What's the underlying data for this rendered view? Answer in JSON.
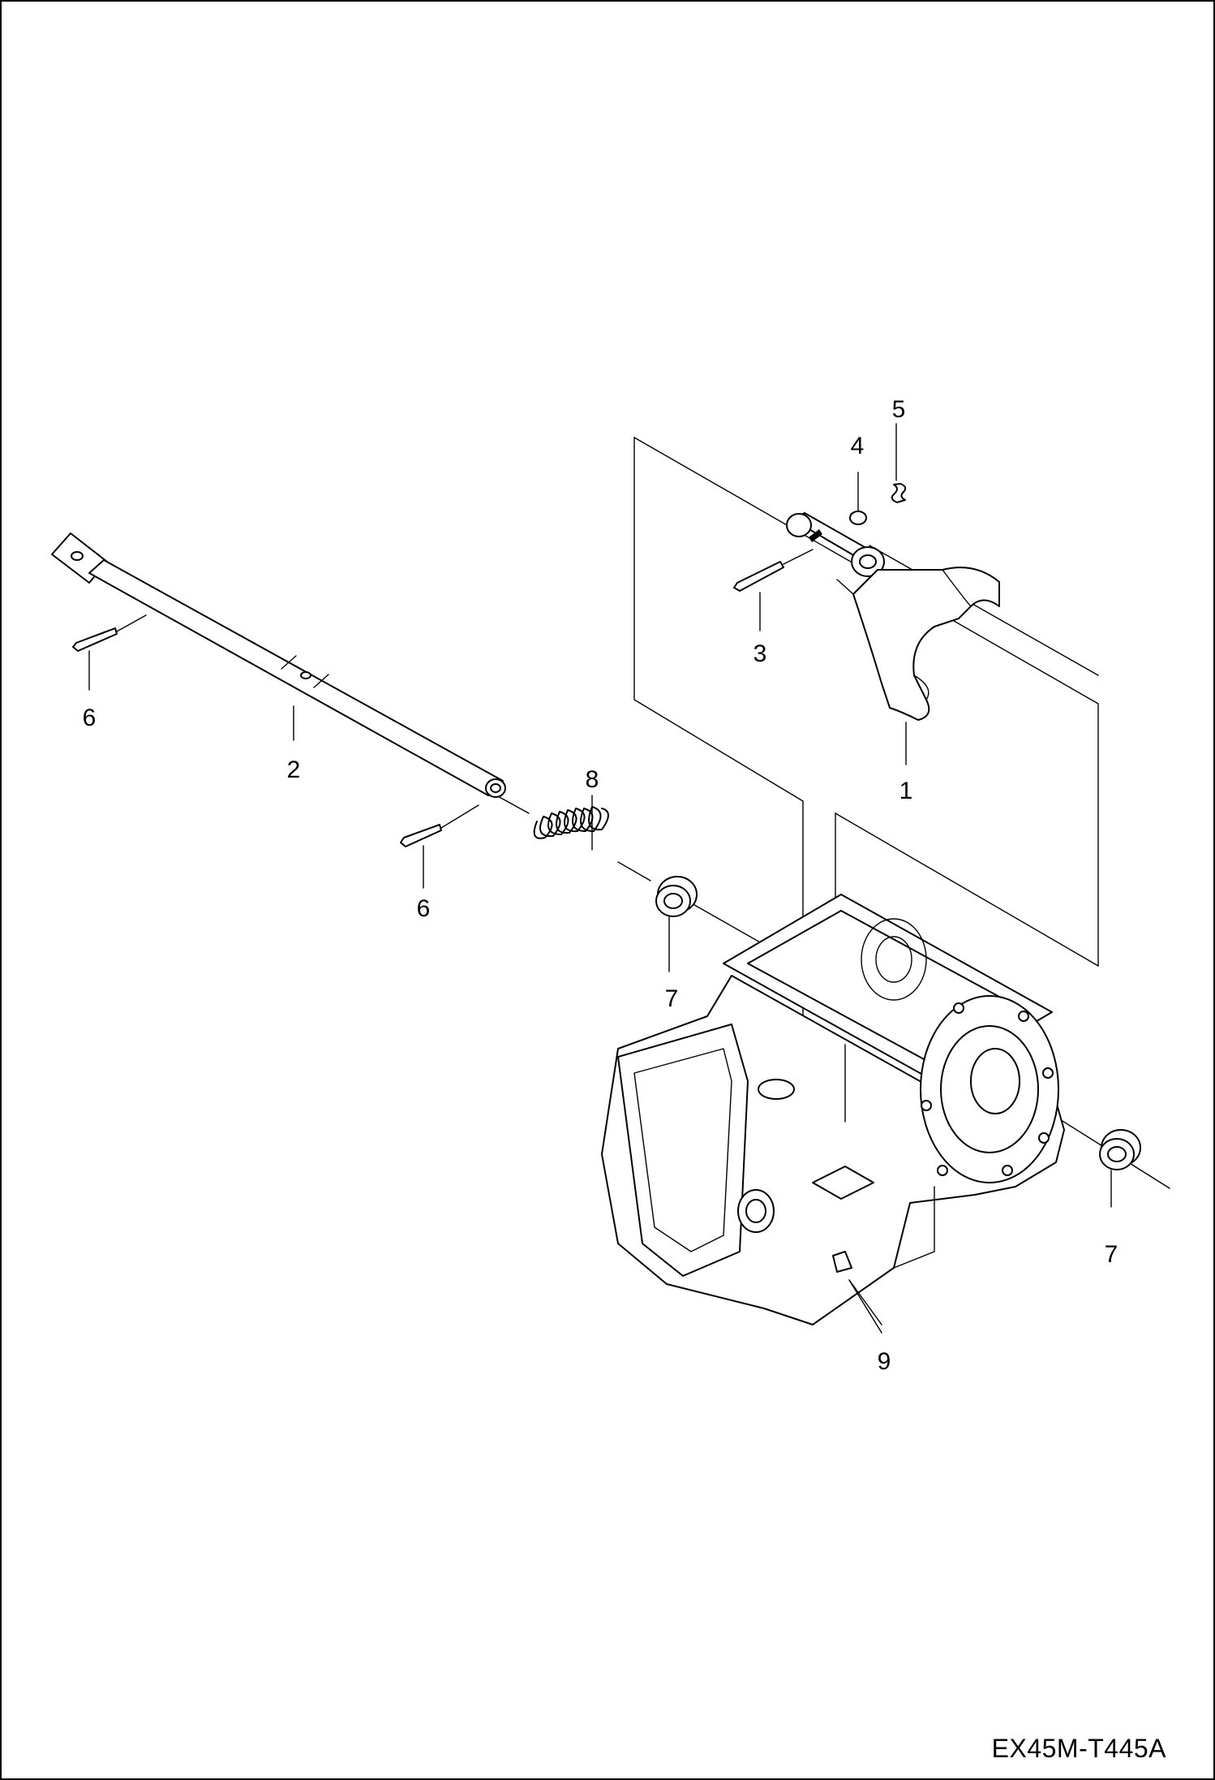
{
  "diagram": {
    "drawing_code": "EX45M-T445A",
    "callouts": [
      {
        "id": "callout-1",
        "text": "1"
      },
      {
        "id": "callout-2",
        "text": "2"
      },
      {
        "id": "callout-3",
        "text": "3"
      },
      {
        "id": "callout-4",
        "text": "4"
      },
      {
        "id": "callout-5",
        "text": "5"
      },
      {
        "id": "callout-6a",
        "text": "6"
      },
      {
        "id": "callout-6b",
        "text": "6"
      },
      {
        "id": "callout-7a",
        "text": "7"
      },
      {
        "id": "callout-7b",
        "text": "7"
      },
      {
        "id": "callout-8",
        "text": "8"
      },
      {
        "id": "callout-9",
        "text": "9"
      }
    ]
  }
}
